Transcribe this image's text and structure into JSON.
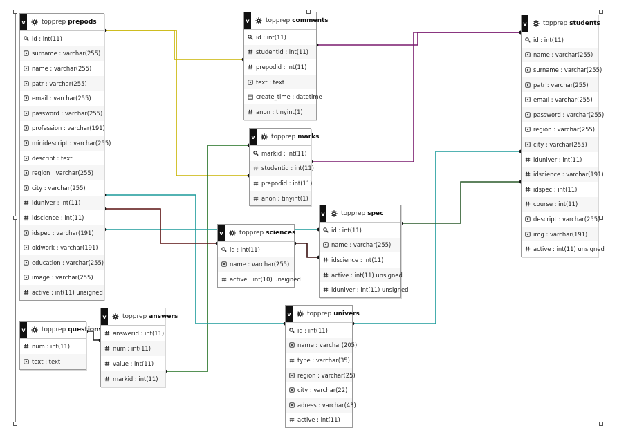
{
  "diagram": {
    "collapse_glyph": "v",
    "tables": [
      {
        "id": "prepods",
        "prefix": "topprep",
        "name": "prepods",
        "columns": [
          {
            "icon": "key",
            "text": "id : int(11)"
          },
          {
            "icon": "text",
            "text": "surname : varchar(255)"
          },
          {
            "icon": "text",
            "text": "name : varchar(255)"
          },
          {
            "icon": "text",
            "text": "patr : varchar(255)"
          },
          {
            "icon": "text",
            "text": "email : varchar(255)"
          },
          {
            "icon": "text",
            "text": "password : varchar(255)"
          },
          {
            "icon": "text",
            "text": "profession : varchar(191)"
          },
          {
            "icon": "text",
            "text": "minidescript : varchar(255)"
          },
          {
            "icon": "text",
            "text": "descript : text"
          },
          {
            "icon": "text",
            "text": "region : varchar(255)"
          },
          {
            "icon": "text",
            "text": "city : varchar(255)"
          },
          {
            "icon": "hash",
            "text": "iduniver : int(11)"
          },
          {
            "icon": "hash",
            "text": "idscience : int(11)"
          },
          {
            "icon": "text",
            "text": "idspec : varchar(191)"
          },
          {
            "icon": "text",
            "text": "oldwork : varchar(191)"
          },
          {
            "icon": "text",
            "text": "education : varchar(255)"
          },
          {
            "icon": "text",
            "text": "image : varchar(255)"
          },
          {
            "icon": "hash",
            "text": "active : int(11) unsigned"
          }
        ]
      },
      {
        "id": "comments",
        "prefix": "topprep",
        "name": "comments",
        "columns": [
          {
            "icon": "key",
            "text": "id : int(11)"
          },
          {
            "icon": "hash",
            "text": "studentid : int(11)"
          },
          {
            "icon": "hash",
            "text": "prepodid : int(11)"
          },
          {
            "icon": "text",
            "text": "text : text"
          },
          {
            "icon": "date",
            "text": "create_time : datetime"
          },
          {
            "icon": "hash",
            "text": "anon : tinyint(1)"
          }
        ]
      },
      {
        "id": "students",
        "prefix": "topprep",
        "name": "students",
        "columns": [
          {
            "icon": "key",
            "text": "id : int(11)"
          },
          {
            "icon": "text",
            "text": "name : varchar(255)"
          },
          {
            "icon": "text",
            "text": "surname : varchar(255)"
          },
          {
            "icon": "text",
            "text": "patr : varchar(255)"
          },
          {
            "icon": "text",
            "text": "email : varchar(255)"
          },
          {
            "icon": "text",
            "text": "password : varchar(255)"
          },
          {
            "icon": "text",
            "text": "region : varchar(255)"
          },
          {
            "icon": "text",
            "text": "city : varchar(255)"
          },
          {
            "icon": "hash",
            "text": "iduniver : int(11)"
          },
          {
            "icon": "hash",
            "text": "idscience : varchar(191)"
          },
          {
            "icon": "hash",
            "text": "idspec : int(11)"
          },
          {
            "icon": "hash",
            "text": "course : int(11)"
          },
          {
            "icon": "text",
            "text": "descript : varchar(255)"
          },
          {
            "icon": "text",
            "text": "img : varchar(191)"
          },
          {
            "icon": "hash",
            "text": "active : int(11) unsigned"
          }
        ]
      },
      {
        "id": "marks",
        "prefix": "topprep",
        "name": "marks",
        "columns": [
          {
            "icon": "key",
            "text": "markid : int(11)"
          },
          {
            "icon": "hash",
            "text": "studentid : int(11)"
          },
          {
            "icon": "hash",
            "text": "prepodid : int(11)"
          },
          {
            "icon": "hash",
            "text": "anon : tinyint(1)"
          }
        ]
      },
      {
        "id": "spec",
        "prefix": "topprep",
        "name": "spec",
        "columns": [
          {
            "icon": "key",
            "text": "id : int(11)"
          },
          {
            "icon": "text",
            "text": "name : varchar(255)"
          },
          {
            "icon": "hash",
            "text": "idscience : int(11)"
          },
          {
            "icon": "hash",
            "text": "active : int(11) unsigned"
          },
          {
            "icon": "hash",
            "text": "iduniver : int(11) unsigned"
          }
        ]
      },
      {
        "id": "sciences",
        "prefix": "topprep",
        "name": "sciences",
        "columns": [
          {
            "icon": "key",
            "text": "id : int(11)"
          },
          {
            "icon": "text",
            "text": "name : varchar(255)"
          },
          {
            "icon": "hash",
            "text": "active : int(10) unsigned"
          }
        ]
      },
      {
        "id": "questions",
        "prefix": "topprep",
        "name": "questions",
        "columns": [
          {
            "icon": "hash",
            "text": "num : int(11)"
          },
          {
            "icon": "text",
            "text": "text : text"
          }
        ]
      },
      {
        "id": "answers",
        "prefix": "topprep",
        "name": "answers",
        "columns": [
          {
            "icon": "hash",
            "text": "answerid : int(11)"
          },
          {
            "icon": "hash",
            "text": "num : int(11)"
          },
          {
            "icon": "hash",
            "text": "value : int(11)"
          },
          {
            "icon": "hash",
            "text": "markid : int(11)"
          }
        ]
      },
      {
        "id": "univers",
        "prefix": "topprep",
        "name": "univers",
        "columns": [
          {
            "icon": "key",
            "text": "id : int(11)"
          },
          {
            "icon": "text",
            "text": "name : varchar(205)"
          },
          {
            "icon": "hash",
            "text": "type : varchar(35)"
          },
          {
            "icon": "text",
            "text": "region : varchar(25)"
          },
          {
            "icon": "text",
            "text": "city : varchar(22)"
          },
          {
            "icon": "text",
            "text": "adress : varchar(43)"
          },
          {
            "icon": "hash",
            "text": "active : int(11)"
          }
        ]
      }
    ],
    "relations": [
      {
        "from": "prepods",
        "to": "comments",
        "color": "#c8b400"
      },
      {
        "from": "prepods",
        "to": "marks",
        "color": "#c8b400"
      },
      {
        "from": "students",
        "to": "comments",
        "color": "#7a1a6e"
      },
      {
        "from": "students",
        "to": "marks",
        "color": "#7a1a6e"
      },
      {
        "from": "marks",
        "to": "answers",
        "color": "#1f6e1f"
      },
      {
        "from": "prepods",
        "to": "univers",
        "color": "#1a9a9a"
      },
      {
        "from": "prepods",
        "to": "spec",
        "color": "#1a9a9a"
      },
      {
        "from": "students",
        "to": "univers",
        "color": "#1a9a9a"
      },
      {
        "from": "students",
        "to": "spec",
        "color": "#2a5a2a"
      },
      {
        "from": "prepods",
        "to": "sciences",
        "color": "#5a1010"
      },
      {
        "from": "sciences",
        "to": "spec",
        "color": "#3a1010"
      },
      {
        "from": "questions",
        "to": "answers",
        "color": "#222222"
      }
    ]
  }
}
